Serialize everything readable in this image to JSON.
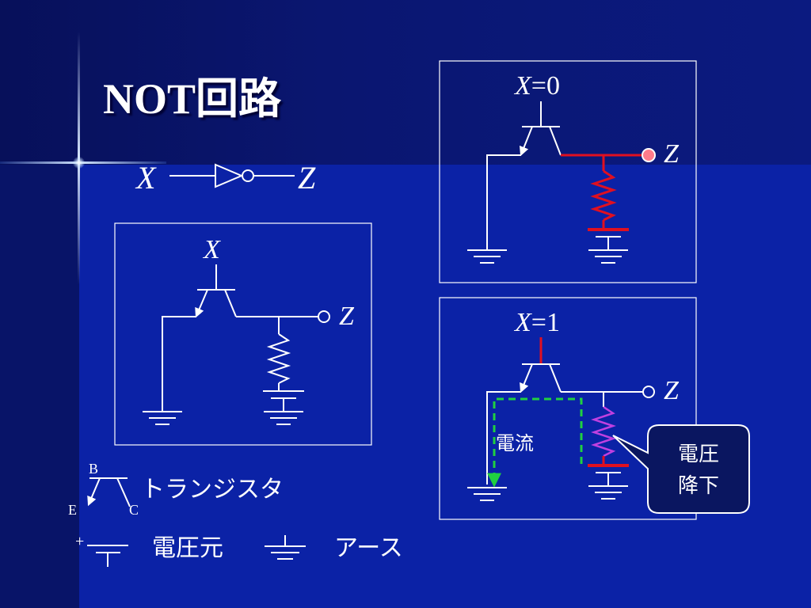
{
  "title": "NOT回路",
  "symbol": {
    "input": "X",
    "output": "Z"
  },
  "generic_circuit": {
    "input": "X",
    "output": "Z"
  },
  "case_x0": {
    "input_label": "X",
    "input_value": "=0",
    "output": "Z"
  },
  "case_x1": {
    "input_label": "X",
    "input_value": "=1",
    "output": "Z",
    "current_label": "電流"
  },
  "callout": {
    "line1": "電圧",
    "line2": "降下"
  },
  "legend": {
    "transistor_label": "トランジスタ",
    "base": "B",
    "emitter": "E",
    "collector": "C",
    "plus": "+",
    "voltage_source_label": "電圧元",
    "earth_label": "アース"
  },
  "colors": {
    "wire": "#ffffff",
    "active_wire": "#e01020",
    "current_arrow": "#20d040",
    "resistor_hot": "#c040e0",
    "output_lit": "#ff7b8a"
  }
}
